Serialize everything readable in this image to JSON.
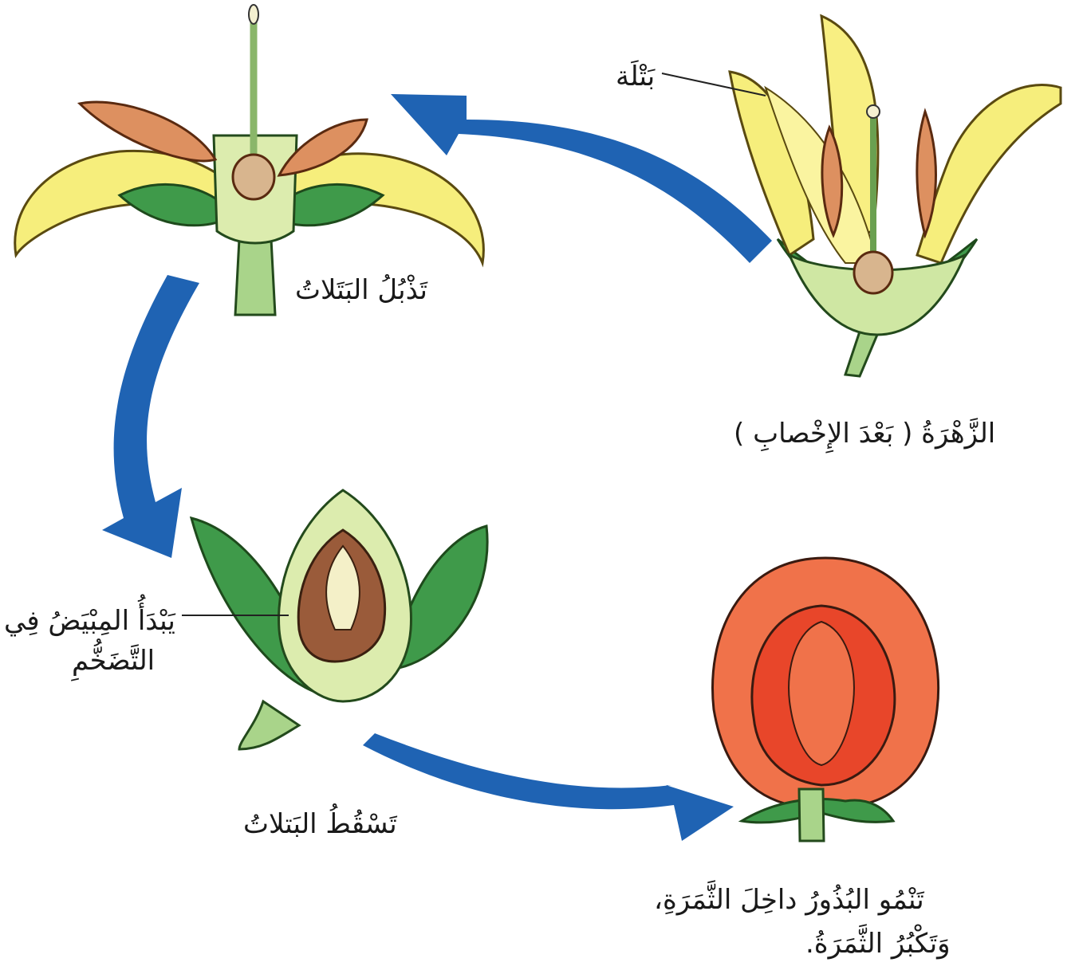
{
  "labels": {
    "petal": "بَتْلَة",
    "petals_wilt": "تَذْبُلُ البَتَلاتُ",
    "flower_after_fertilization": "الزَّهْرَةُ ( بَعْدَ الإِخْصابِ )",
    "ovary_line1": "يَبْدَأُ المِبْيَضُ فِي",
    "ovary_line2": "التَّضَخُّمِ",
    "petals_fall": "تَسْقُطُ البَتلاتُ",
    "seeds_line1": "تَنْمُو البُذُورُ داخِلَ الثَّمَرَةِ،",
    "seeds_line2": "وَتَكْبُرُ الثَّمَرَةُ."
  },
  "colors": {
    "arrow": "#1f63b3",
    "petal_yellow": "#f6ee7c",
    "sepal_green": "#3f9a4a",
    "stem_green": "#a9d48a",
    "anther_orange": "#dd9060",
    "fruit_orange": "#f0724a",
    "fruit_red": "#e8462a",
    "ovary_brown": "#9a5b3a"
  }
}
